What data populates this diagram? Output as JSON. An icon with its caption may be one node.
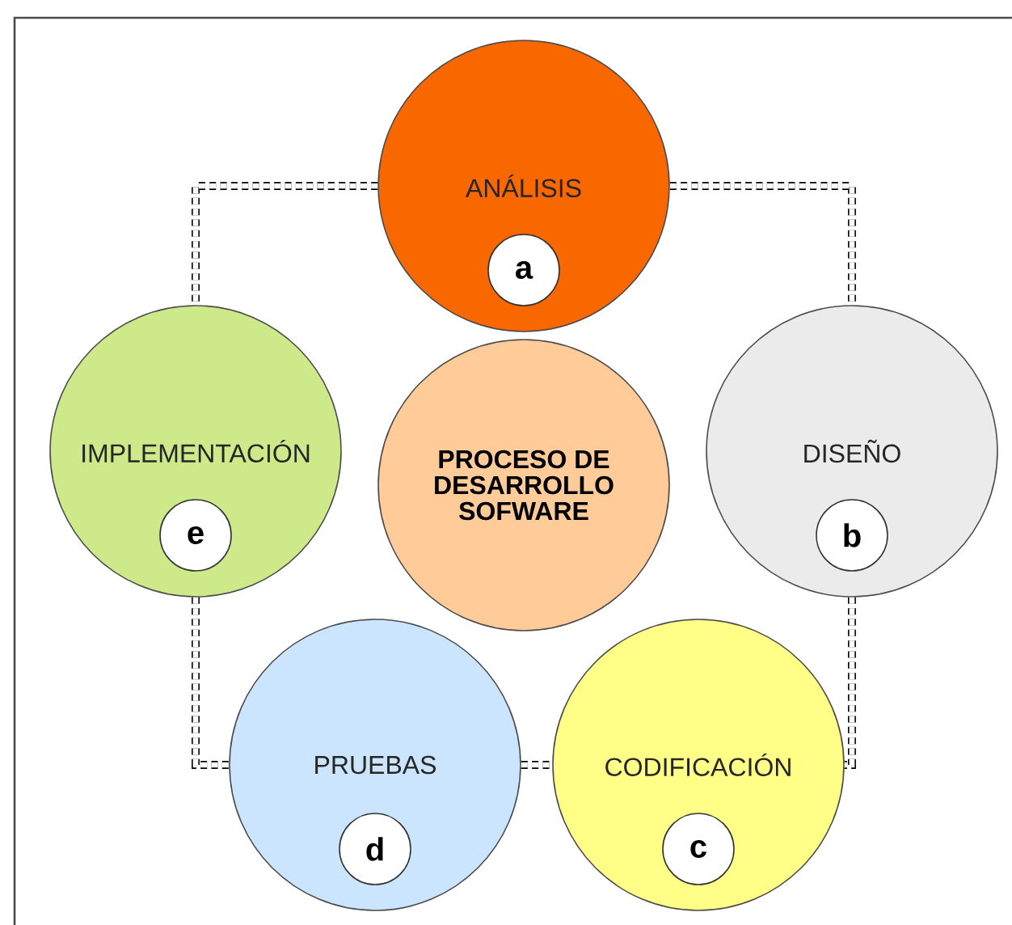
{
  "diagram": {
    "nodes": [
      {
        "text": [
          "ANÁLISIS"
        ]
      },
      {
        "text": [
          "a"
        ],
        "in": 0
      },
      {
        "text": [
          "IMPLEMENTACIÓN"
        ]
      },
      {
        "text": [
          "e"
        ],
        "in": 2
      },
      {
        "text": [
          "PROCESO DE DESARROLLO SOFWARE"
        ]
      },
      {
        "text": [
          "DISEÑO"
        ]
      },
      {
        "text": [
          "b"
        ],
        "in": 5
      },
      {
        "text": [
          "PRUEBAS"
        ]
      },
      {
        "text": [
          "d"
        ],
        "in": 7
      },
      {
        "text": [
          "CODIFICACIÓN"
        ]
      },
      {
        "text": [
          "c"
        ],
        "in": 9
      }
    ],
    "edges": [
      {
        "from": 0,
        "to": 5,
        "arrow": "none",
        "style": "dashed"
      },
      {
        "from": 5,
        "to": 9,
        "arrow": "none",
        "style": "dashed"
      },
      {
        "from": 7,
        "to": 9,
        "arrow": "none",
        "style": "dashed"
      },
      {
        "from": 2,
        "to": 7,
        "arrow": "none",
        "style": "dashed"
      },
      {
        "from": 0,
        "to": 2,
        "arrow": "none",
        "style": "dashed"
      }
    ]
  }
}
